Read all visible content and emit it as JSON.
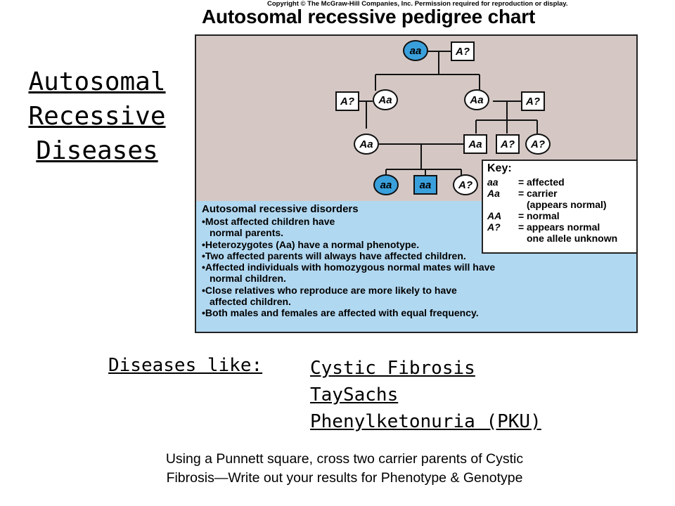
{
  "header": {
    "copyright": "Copyright © The McGraw-Hill Companies, Inc. Permission required for reproduction or display.",
    "title": "Autosomal recessive pedigree chart"
  },
  "side_title": {
    "line1": "Autosomal",
    "line2": "Recessive",
    "line3": "Diseases"
  },
  "pedigree": {
    "gen1_mother": "aa",
    "gen1_father": "A?",
    "gen2_left_spouse": "A?",
    "gen2_left_daughter": "Aa",
    "gen2_right_daughter": "Aa",
    "gen2_right_spouse": "A?",
    "gen3_1": "Aa",
    "gen3_2": "Aa",
    "gen3_3": "A?",
    "gen3_4": "A?",
    "gen4_1": "aa",
    "gen4_2": "aa",
    "gen4_3": "A?",
    "affected_color": "#3aa0dc",
    "background_color": "#d5c8c4"
  },
  "key": {
    "title": "Key:",
    "rows": [
      {
        "symbol": "aa",
        "eq": "=",
        "meaning": "affected"
      },
      {
        "symbol": "Aa",
        "eq": "=",
        "meaning": "carrier"
      },
      {
        "symbol": "AA",
        "eq": "=",
        "meaning": "normal"
      },
      {
        "symbol": "A?",
        "eq": "=",
        "meaning": "appears normal"
      }
    ],
    "carrier_note": "(appears normal)",
    "unknown_note": "one allele unknown"
  },
  "disorders": {
    "title": "Autosomal recessive disorders",
    "background_color": "#b1d8f1",
    "items": [
      {
        "line1": "•Most affected children have",
        "line2": "normal parents."
      },
      {
        "line1": "•Heterozygotes (Aa) have a normal phenotype.",
        "line2": ""
      },
      {
        "line1": "•Two affected parents will always have affected children.",
        "line2": ""
      },
      {
        "line1": "•Affected individuals with homozygous normal mates will have",
        "line2": "normal children."
      },
      {
        "line1": "•Close relatives who reproduce are more likely to have",
        "line2": "affected children."
      },
      {
        "line1": "•Both males and females are affected with equal frequency.",
        "line2": ""
      }
    ]
  },
  "diseases": {
    "label": "Diseases like:",
    "list": [
      "Cystic Fibrosis",
      "TaySachs",
      "Phenylketonuria (PKU)"
    ]
  },
  "instruction": {
    "line1": "Using a Punnett square, cross two carrier parents of Cystic",
    "line2": "Fibrosis—Write out your results for Phenotype & Genotype"
  }
}
